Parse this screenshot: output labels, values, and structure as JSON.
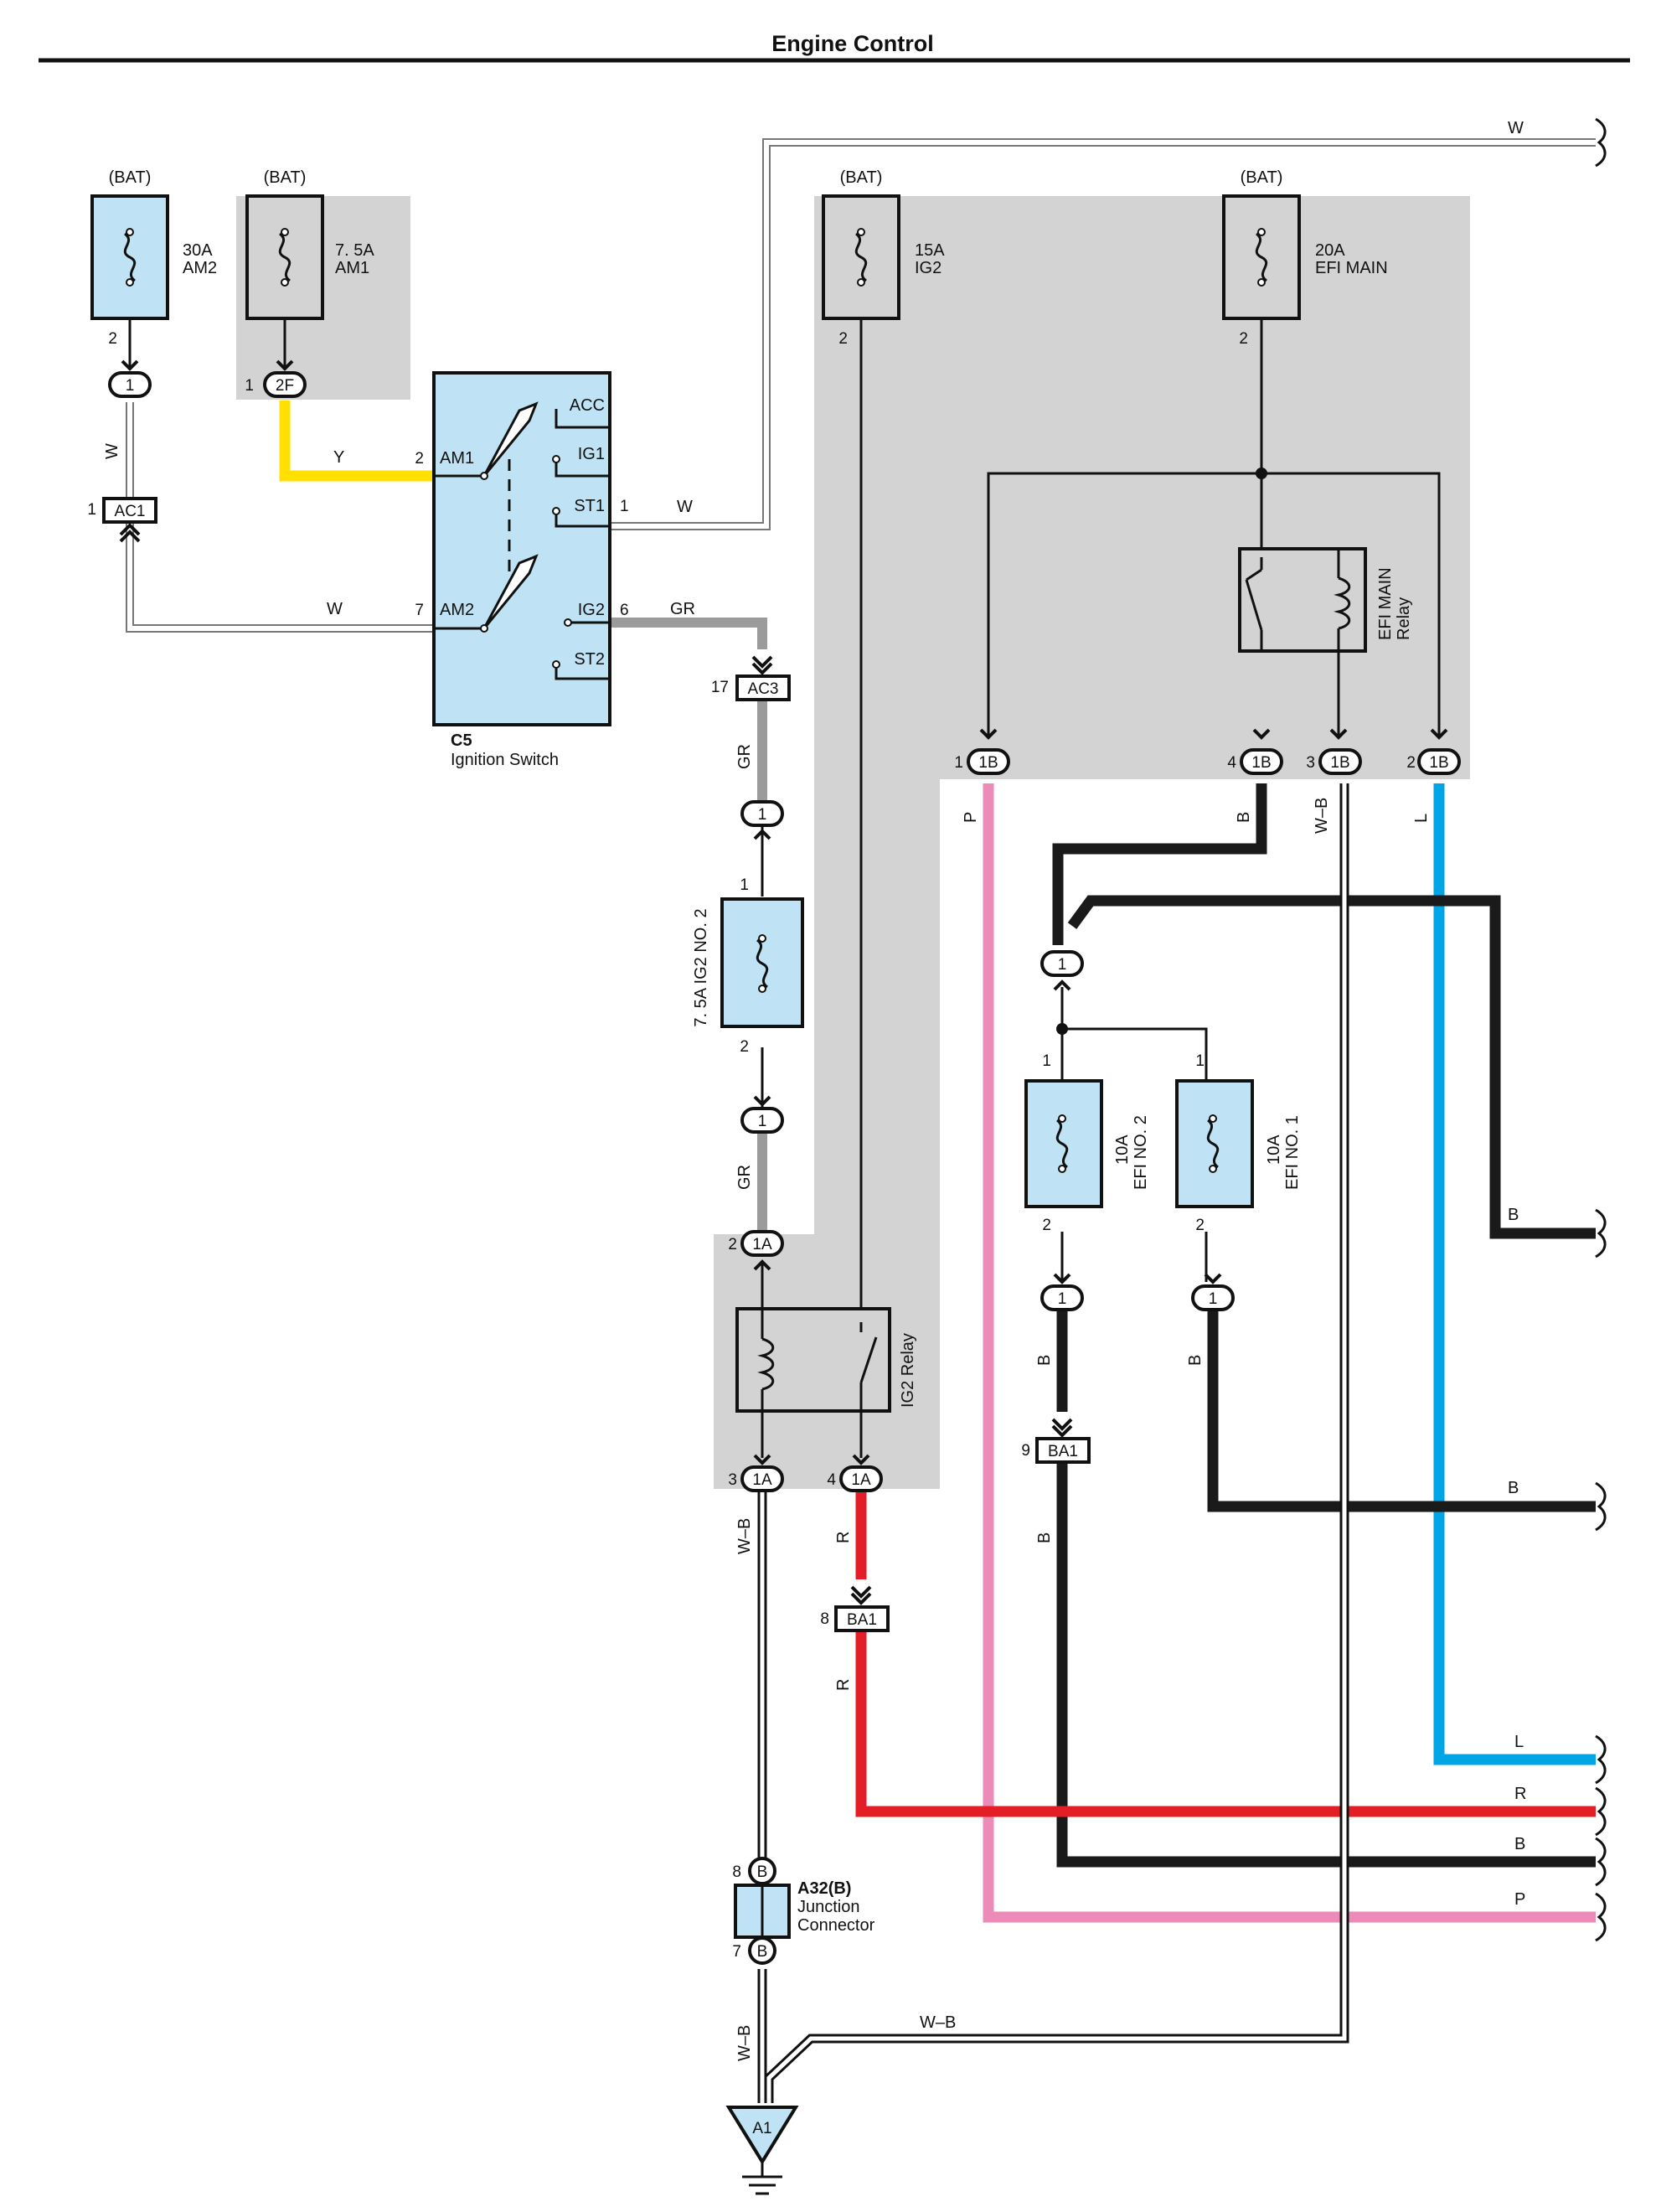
{
  "page": {
    "title": "Engine Control"
  },
  "fuses": {
    "am2": {
      "source": "(BAT)",
      "rating": "30A",
      "name": "AM2",
      "pin_out": "2"
    },
    "am1": {
      "source": "(BAT)",
      "rating": "7. 5A",
      "name": "AM1",
      "pin_out": "1"
    },
    "ig2": {
      "source": "(BAT)",
      "rating": "15A",
      "name": "IG2",
      "pin_out": "2"
    },
    "efimain": {
      "source": "(BAT)",
      "rating": "20A",
      "name": "EFI MAIN",
      "pin_out": "2"
    },
    "ig2no2": {
      "label": "7. 5A IG2 NO. 2",
      "pin_in": "1",
      "pin_out": "2"
    },
    "efino2": {
      "rating": "10A",
      "name": "EFI NO. 2",
      "pin_in": "1",
      "pin_out": "2"
    },
    "efino1": {
      "rating": "10A",
      "name": "EFI NO. 1",
      "pin_in": "1",
      "pin_out": "2"
    }
  },
  "switch": {
    "id": "C5",
    "name": "Ignition Switch",
    "terminals": [
      "ACC",
      "IG1",
      "ST1",
      "IG2",
      "ST2",
      "AM1",
      "AM2"
    ],
    "pins": {
      "am1": "2",
      "st1": "1",
      "am2": "7",
      "ig2": "6"
    }
  },
  "relays": {
    "efimain": {
      "name": "EFI MAIN",
      "sub": "Relay"
    },
    "ig2": {
      "name": "IG2 Relay"
    }
  },
  "connectors": {
    "c_1": "1",
    "c_2f": "2F",
    "ac1": "AC1",
    "ac1_pin": "1",
    "ac3": "AC3",
    "ac3_pin": "17",
    "c_1b": "1B",
    "c_1a": "1A",
    "ba1": "BA1",
    "pin_1": "1",
    "pin_2": "2",
    "pin_3": "3",
    "pin_4": "4",
    "pin_8": "8",
    "pin_9": "9",
    "pin_7": "7",
    "jc_id": "A32(B)",
    "jc_name": "Junction",
    "jc_sub": "Connector",
    "jc_b": "B",
    "ground": "A1"
  },
  "wires": {
    "w": "W",
    "y": "Y",
    "gr": "GR",
    "p": "P",
    "b": "B",
    "wb": "W–B",
    "l": "L",
    "r": "R"
  },
  "colors": {
    "yellow": "#ffe000",
    "gray": "#9b9b9b",
    "pink": "#ec8ab8",
    "black": "#1a1a1a",
    "blue": "#00a5e6",
    "red": "#e41e26",
    "fill": "#bfe3f4",
    "shade": "#d3d3d4"
  }
}
